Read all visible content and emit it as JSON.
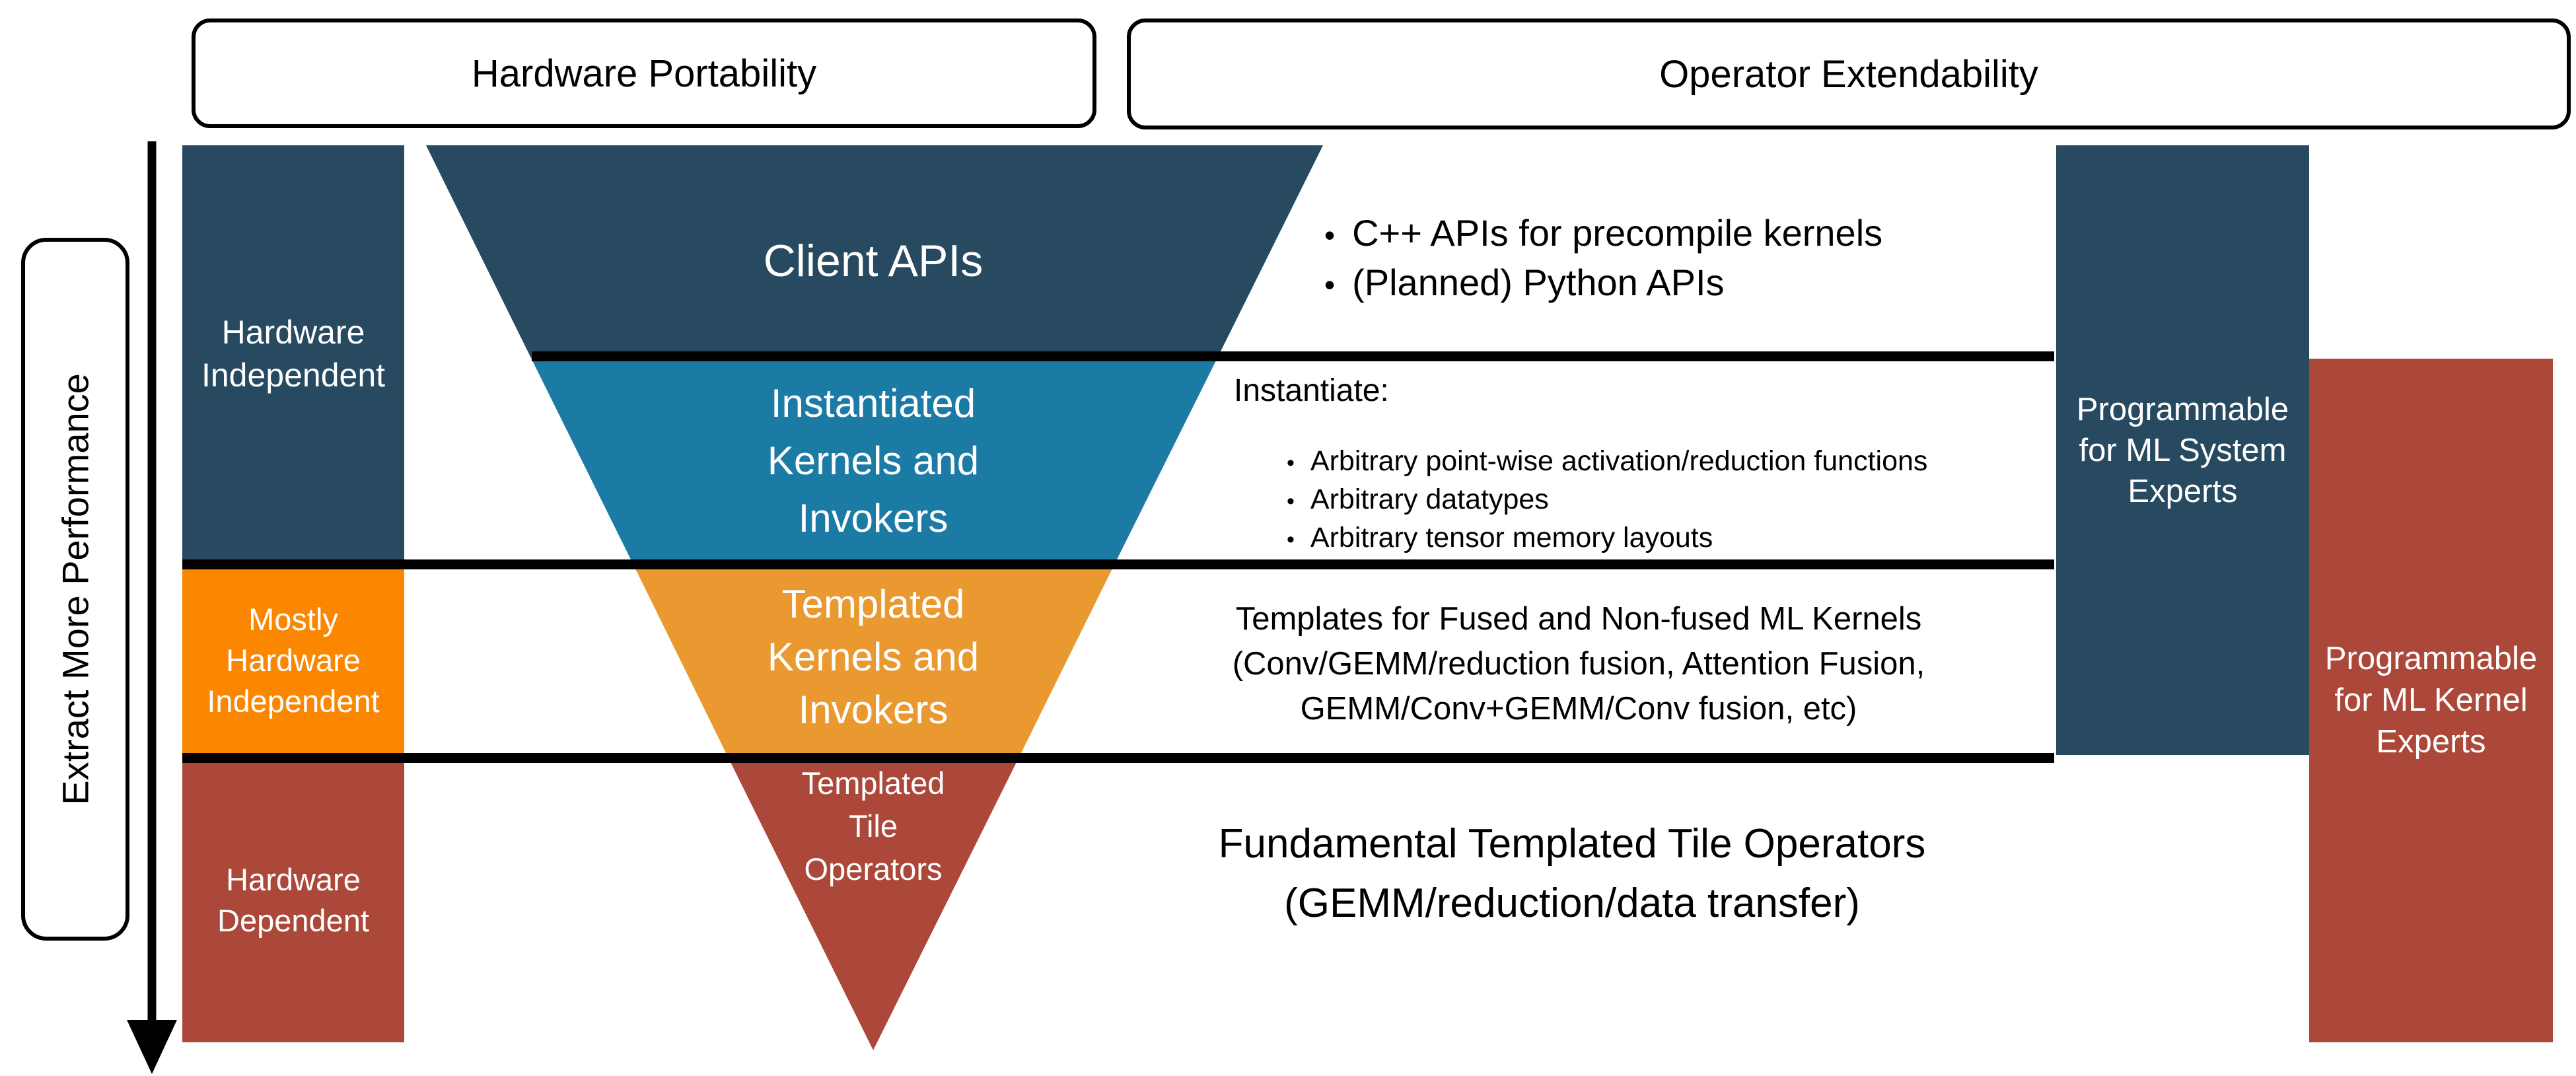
{
  "headers": {
    "hardware_portability": "Hardware Portability",
    "operator_extendability": "Operator Extendability"
  },
  "performance_axis": {
    "label": "Extract More Performance"
  },
  "hardware_levels": [
    {
      "name": "hardware-independent",
      "label_lines": [
        "Hardware",
        "Independent"
      ],
      "color": "#274A61"
    },
    {
      "name": "mostly-hardware-independent",
      "label_lines": [
        "Mostly",
        "Hardware",
        "Independent"
      ],
      "color": "#FB8600"
    },
    {
      "name": "hardware-dependent",
      "label_lines": [
        "Hardware",
        "Dependent"
      ],
      "color": "#AC483A"
    }
  ],
  "funnel_layers": [
    {
      "name": "client-apis",
      "title_lines": [
        "Client APIs"
      ],
      "color": "#274A61"
    },
    {
      "name": "instantiated-kernels-and-invokers",
      "title_lines": [
        "Instantiated",
        "Kernels and",
        "Invokers"
      ],
      "color": "#1B7BA4"
    },
    {
      "name": "templated-kernels-and-invokers",
      "title_lines": [
        "Templated",
        "Kernels and",
        "Invokers"
      ],
      "color": "#E9992F"
    },
    {
      "name": "templated-tile-operators",
      "title_lines": [
        "Templated",
        "Tile",
        "Operators"
      ],
      "color": "#AC483A"
    }
  ],
  "notes": {
    "bullet_glyph": "•",
    "client_api_bullets": [
      "C++ APIs for precompile kernels",
      "(Planned) Python APIs"
    ],
    "instantiate_heading": "Instantiate:",
    "instantiate_bullets": [
      "Arbitrary point-wise activation/reduction functions",
      "Arbitrary datatypes",
      "Arbitrary tensor memory layouts"
    ],
    "templates_lines": [
      "Templates for Fused and Non-fused ML Kernels",
      "(Conv/GEMM/reduction fusion, Attention Fusion,",
      "GEMM/Conv+GEMM/Conv fusion, etc)"
    ],
    "fundamental_lines": [
      "Fundamental Templated Tile Operators",
      "(GEMM/reduction/data transfer)"
    ]
  },
  "audience_boxes": [
    {
      "name": "programmable-ml-system-experts",
      "label_lines": [
        "Programmable",
        "for ML System",
        "Experts"
      ],
      "color": "#274A61"
    },
    {
      "name": "programmable-ml-kernel-experts",
      "label_lines": [
        "Programmable",
        "for ML Kernel",
        "Experts"
      ],
      "color": "#AC483A"
    }
  ],
  "colors": {
    "navy": "#274A61",
    "teal": "#1B7BA4",
    "funnel_orange": "#E9992F",
    "column_orange": "#FB8600",
    "red": "#AC483A",
    "line_black": "#000000",
    "background": "#FFFFFF",
    "text_on_dark": "#FFFFFF"
  }
}
